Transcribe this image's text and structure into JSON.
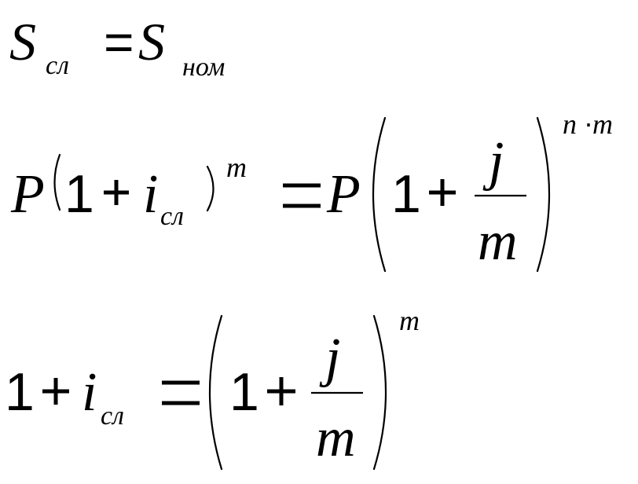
{
  "equation_1": {
    "lhs_symbol": "S",
    "lhs_subscript": "сл",
    "equals": "=",
    "rhs_symbol": "S",
    "rhs_subscript": "ном"
  },
  "equation_2": {
    "principal": "P",
    "one": "1",
    "plus": "+",
    "rate_symbol": "i",
    "rate_subscript": "сл",
    "lhs_exponent": "m",
    "equals": "=",
    "rhs_principal": "P",
    "rhs_one": "1",
    "rhs_plus": "+",
    "numerator": "j",
    "denominator": "m",
    "rhs_exponent_n": "n",
    "rhs_exponent_dot": "·",
    "rhs_exponent_m": "m"
  },
  "equation_3": {
    "one": "1",
    "plus": "+",
    "rate_symbol": "i",
    "rate_subscript": "сл",
    "equals": "=",
    "rhs_one": "1",
    "rhs_plus": "+",
    "numerator": "j",
    "denominator": "m",
    "rhs_exponent": "m"
  }
}
